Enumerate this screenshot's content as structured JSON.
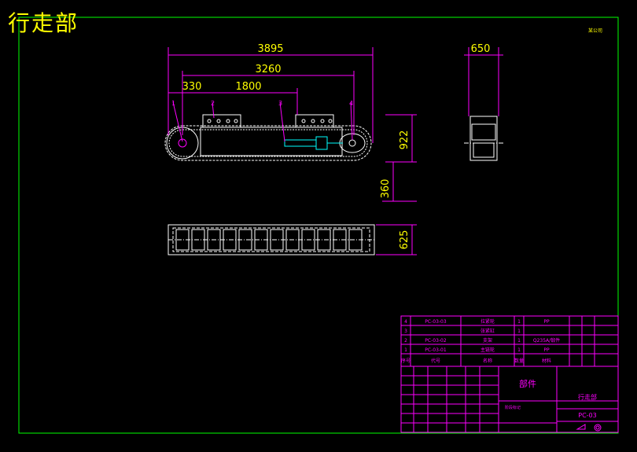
{
  "page_title": "行走部",
  "stamp": "某公司",
  "colors": {
    "frame": "#00ff00",
    "dimension": "#ff00ff",
    "dim_text": "#ffff00",
    "geometry": "#ffffff",
    "table": "#ff00ff",
    "table_text": "#ff00ff",
    "hydraulic": "#00ffff"
  },
  "dimensions": {
    "overall_length": "3895",
    "center_distance": "3260",
    "sprocket_offset": "330",
    "spacing": "1800",
    "height": "922",
    "ground_clearance": "360",
    "width": "625",
    "side_width": "650"
  },
  "balloons": [
    "1",
    "2",
    "3",
    "4"
  ],
  "bom": {
    "rows": [
      {
        "no": "4",
        "code": "PC-03-03",
        "name": "拉紧轮",
        "qty": "1",
        "material": "PP"
      },
      {
        "no": "3",
        "code": "",
        "name": "张紧缸",
        "qty": "1",
        "material": ""
      },
      {
        "no": "2",
        "code": "PC-03-02",
        "name": "支架",
        "qty": "1",
        "material": "Q235A/锻件"
      },
      {
        "no": "1",
        "code": "PC-03-01",
        "name": "主链轮",
        "qty": "1",
        "material": "PP"
      }
    ],
    "header": {
      "no": "序号",
      "code": "代号",
      "name": "名称",
      "qty": "数量",
      "material": "材料"
    }
  },
  "title_block": {
    "part_type": "部件",
    "part_name": "行走部",
    "drawing_no": "PC-03",
    "stage": "阶段标记"
  }
}
